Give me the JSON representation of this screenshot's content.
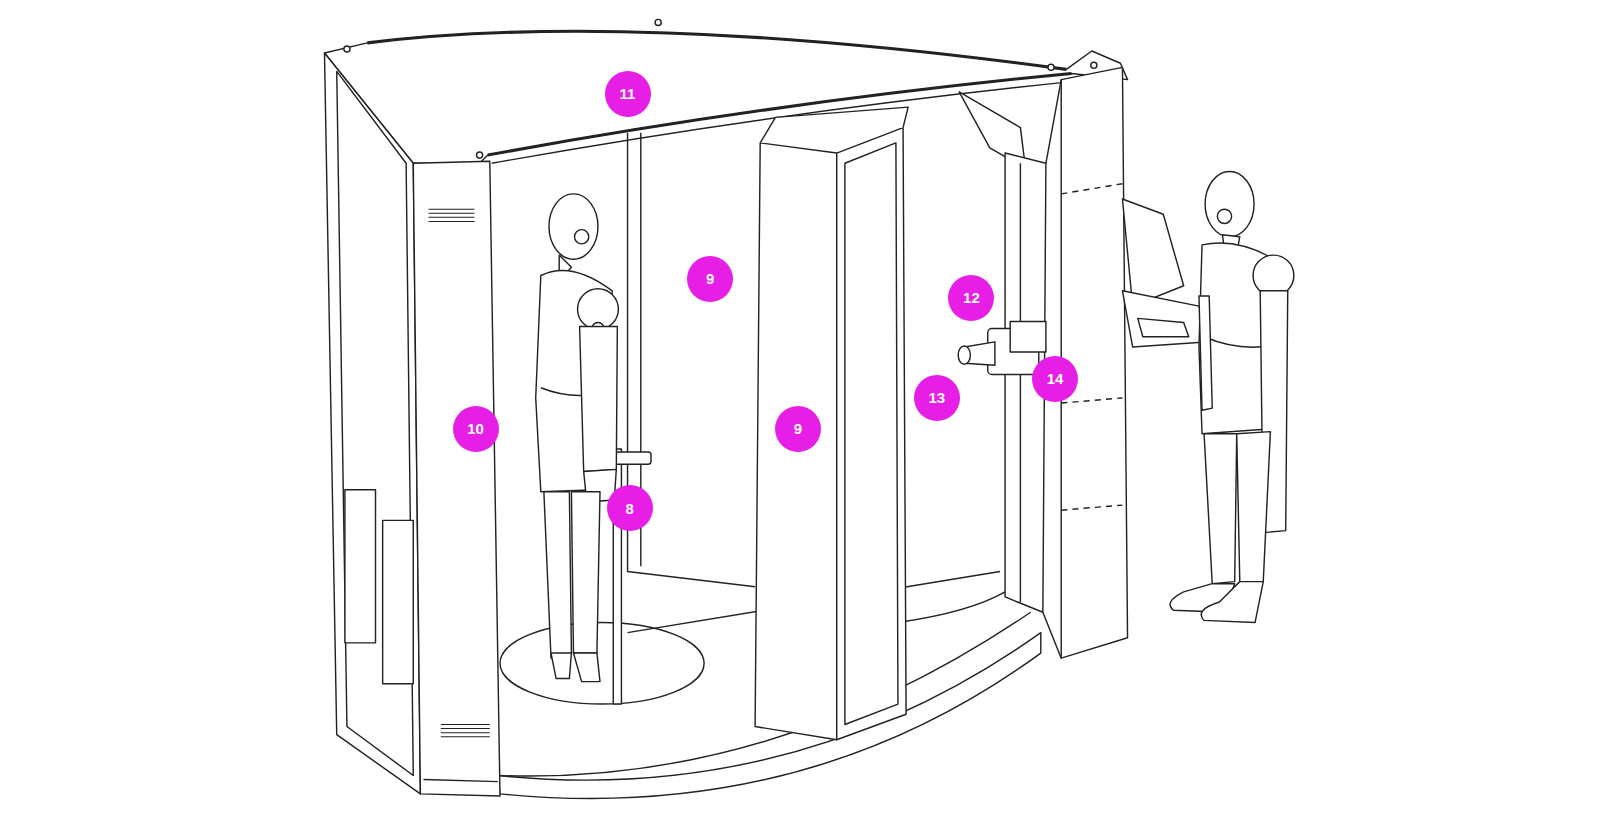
{
  "diagram": {
    "labels": [
      "11",
      "9",
      "12",
      "14",
      "13",
      "10",
      "9",
      "8"
    ]
  }
}
